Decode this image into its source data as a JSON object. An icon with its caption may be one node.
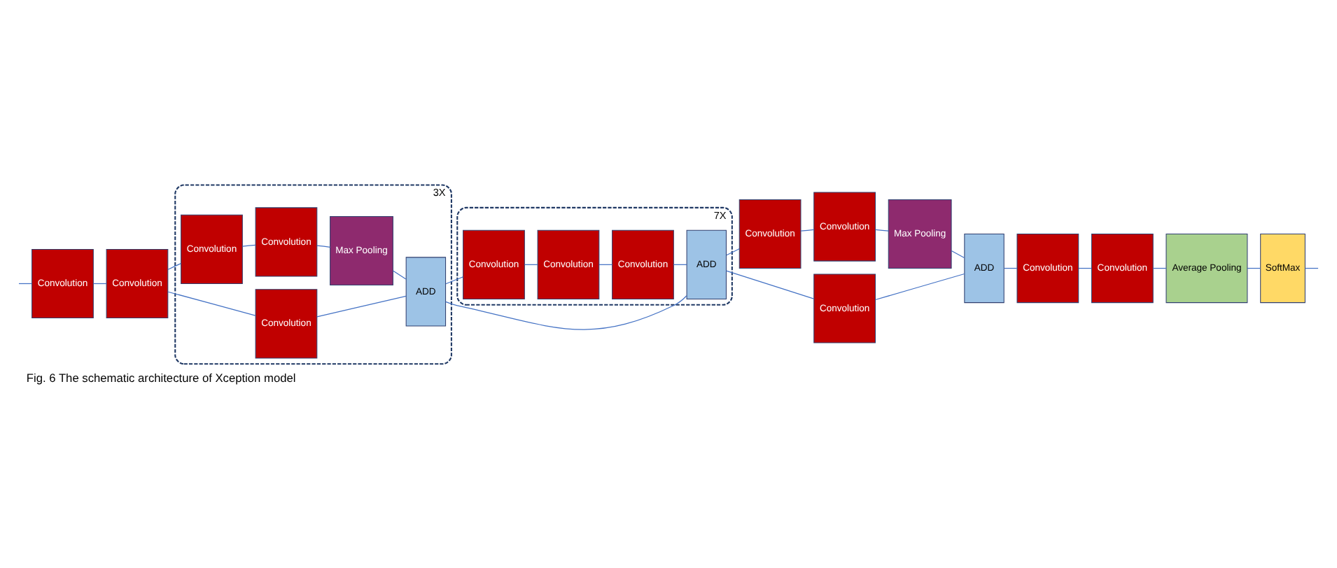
{
  "diagram": {
    "caption": "Fig. 6 The schematic architecture of Xception model",
    "nodes": [
      {
        "text": [
          "Convolution"
        ]
      },
      {
        "text": [
          "Convolution"
        ]
      },
      {
        "text": [
          "3X"
        ]
      },
      {
        "text": [
          "Convolution"
        ],
        "in": 2
      },
      {
        "text": [
          "Convolution"
        ],
        "in": 2
      },
      {
        "text": [
          "Max Pooling"
        ],
        "in": 2
      },
      {
        "text": [
          "Convolution"
        ],
        "in": 2
      },
      {
        "text": [
          "ADD"
        ],
        "in": 2
      },
      {
        "text": [
          "7X"
        ]
      },
      {
        "text": [
          "Convolution"
        ],
        "in": 8
      },
      {
        "text": [
          "Convolution"
        ],
        "in": 8
      },
      {
        "text": [
          "Convolution"
        ],
        "in": 8
      },
      {
        "text": [
          "ADD"
        ],
        "in": 8
      },
      {
        "text": [
          "Convolution"
        ]
      },
      {
        "text": [
          "Convolution"
        ]
      },
      {
        "text": [
          "Max Pooling"
        ]
      },
      {
        "text": [
          "Convolution"
        ]
      },
      {
        "text": [
          "ADD"
        ]
      },
      {
        "text": [
          "Convolution"
        ]
      },
      {
        "text": [
          "Convolution"
        ]
      },
      {
        "text": [
          "Average Pooling"
        ]
      },
      {
        "text": [
          "SoftMax"
        ]
      }
    ],
    "edges": [
      {
        "from": null,
        "to": 0,
        "arrow": "none"
      },
      {
        "from": 0,
        "to": 1,
        "arrow": "none"
      },
      {
        "from": 1,
        "to": 3,
        "arrow": "none"
      },
      {
        "from": 3,
        "to": 4,
        "arrow": "none"
      },
      {
        "from": 4,
        "to": 5,
        "arrow": "none"
      },
      {
        "from": 5,
        "to": 7,
        "arrow": "none"
      },
      {
        "from": 1,
        "to": 6,
        "arrow": "none"
      },
      {
        "from": 6,
        "to": 7,
        "arrow": "none"
      },
      {
        "from": 7,
        "to": 9,
        "arrow": "none"
      },
      {
        "from": 9,
        "to": 10,
        "arrow": "none"
      },
      {
        "from": 10,
        "to": 11,
        "arrow": "none"
      },
      {
        "from": 11,
        "to": 12,
        "arrow": "none"
      },
      {
        "from": 7,
        "to": 12,
        "arrow": "none"
      },
      {
        "from": 12,
        "to": 13,
        "arrow": "none"
      },
      {
        "from": 13,
        "to": 14,
        "arrow": "none"
      },
      {
        "from": 14,
        "to": 15,
        "arrow": "none"
      },
      {
        "from": 15,
        "to": 17,
        "arrow": "none"
      },
      {
        "from": 12,
        "to": 16,
        "arrow": "none"
      },
      {
        "from": 16,
        "to": 17,
        "arrow": "none"
      },
      {
        "from": 17,
        "to": 18,
        "arrow": "none"
      },
      {
        "from": 18,
        "to": 19,
        "arrow": "none"
      },
      {
        "from": 19,
        "to": 20,
        "arrow": "none"
      },
      {
        "from": 20,
        "to": 21,
        "arrow": "none"
      },
      {
        "from": 21,
        "to": null,
        "arrow": "none"
      }
    ]
  }
}
